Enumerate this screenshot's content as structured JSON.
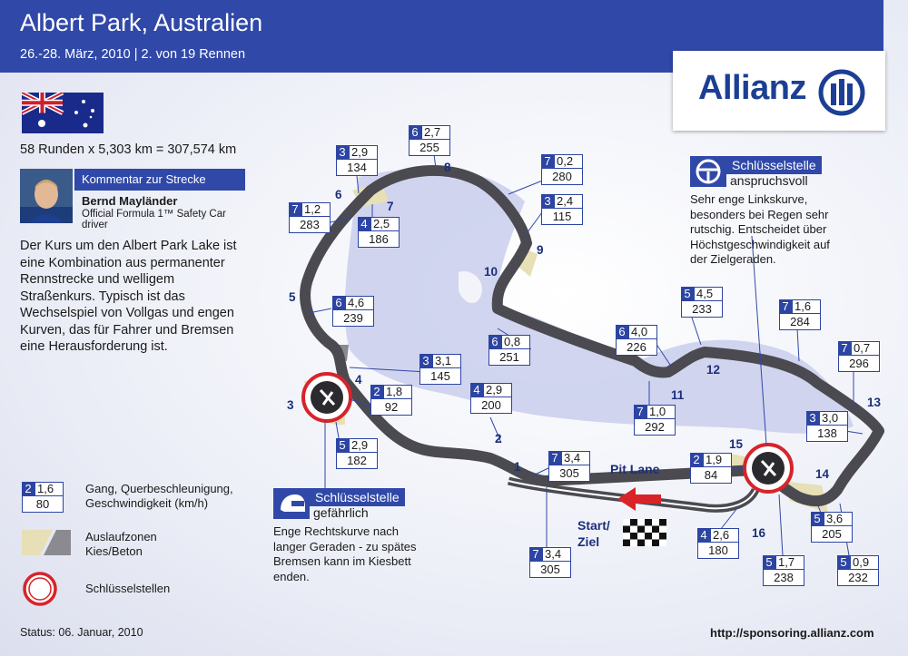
{
  "header": {
    "title": "Albert Park, Australien",
    "subtitle": "26.-28. März, 2010   |   2. von 19 Rennen"
  },
  "logo": {
    "text": "Allianz",
    "brand_color": "#1c3f94"
  },
  "track_info": {
    "laps": "58 Runden x 5,303 km = 307,574 km"
  },
  "comment": {
    "heading": "Kommentar zur Strecke",
    "driver_name": "Bernd Mayländer",
    "driver_role": "Official Formula 1™ Safety Car driver",
    "text": "Der Kurs um den Albert Park Lake ist eine Kombination aus permanenter Rennstrecke und welligem Straßenkurs. Typisch ist das Wechselspiel von Vollgas und engen Kurven, das für Fahrer und Bremsen eine Herausforderung ist."
  },
  "key_points": [
    {
      "heading": "Schlüsselstelle",
      "sub": "gefährlich",
      "text": "Enge Rechtskurve nach langer Geraden - zu spätes Bremsen kann im Kiesbett enden."
    },
    {
      "heading": "Schlüsselstelle",
      "sub": "anspruchsvoll",
      "text": "Sehr enge Linkskurve, besonders bei Regen sehr rutschig. Entscheidet über Höchstgeschwindigkeit auf der Zielgeraden."
    }
  ],
  "legend": {
    "sample": {
      "gear": "2",
      "g": "1,6",
      "speed": "80"
    },
    "info_text": "Gang, Querbeschleunigung, Geschwindigkeit (km/h)",
    "runoff_text": "Auslaufzonen Kies/Beton",
    "keypoint_text": "Schlüsselstellen"
  },
  "labels": {
    "pit_lane": "Pit Lane",
    "start_line1": "Start/",
    "start_line2": "Ziel"
  },
  "turns": [
    "1",
    "2",
    "3",
    "4",
    "5",
    "6",
    "7",
    "8",
    "9",
    "10",
    "11",
    "12",
    "13",
    "14",
    "15",
    "16"
  ],
  "info_boxes": [
    {
      "gear": "3",
      "g": "2,9",
      "speed": "134"
    },
    {
      "gear": "6",
      "g": "2,7",
      "speed": "255"
    },
    {
      "gear": "7",
      "g": "1,2",
      "speed": "283"
    },
    {
      "gear": "4",
      "g": "2,5",
      "speed": "186"
    },
    {
      "gear": "7",
      "g": "0,2",
      "speed": "280"
    },
    {
      "gear": "3",
      "g": "2,4",
      "speed": "115"
    },
    {
      "gear": "6",
      "g": "4,6",
      "speed": "239"
    },
    {
      "gear": "5",
      "g": "4,5",
      "speed": "233"
    },
    {
      "gear": "7",
      "g": "1,6",
      "speed": "284"
    },
    {
      "gear": "6",
      "g": "4,0",
      "speed": "226"
    },
    {
      "gear": "6",
      "g": "0,8",
      "speed": "251"
    },
    {
      "gear": "7",
      "g": "0,7",
      "speed": "296"
    },
    {
      "gear": "3",
      "g": "3,1",
      "speed": "145"
    },
    {
      "gear": "2",
      "g": "1,8",
      "speed": "92"
    },
    {
      "gear": "4",
      "g": "2,9",
      "speed": "200"
    },
    {
      "gear": "7",
      "g": "1,0",
      "speed": "292"
    },
    {
      "gear": "3",
      "g": "3,0",
      "speed": "138"
    },
    {
      "gear": "7",
      "g": "3,4",
      "speed": "305"
    },
    {
      "gear": "5",
      "g": "2,9",
      "speed": "182"
    },
    {
      "gear": "2",
      "g": "1,9",
      "speed": "84"
    },
    {
      "gear": "4",
      "g": "2,6",
      "speed": "180"
    },
    {
      "gear": "5",
      "g": "3,6",
      "speed": "205"
    },
    {
      "gear": "7",
      "g": "3,4",
      "speed": "305"
    },
    {
      "gear": "5",
      "g": "1,7",
      "speed": "238"
    },
    {
      "gear": "5",
      "g": "0,9",
      "speed": "232"
    }
  ],
  "footer": {
    "status": "Status: 06. Januar, 2010",
    "url": "http://sponsoring.allianz.com"
  },
  "colors": {
    "header_bg": "#3048a8",
    "track": "#4a4a50",
    "lake": "#c9ceec",
    "runoff": "#e7dfb6",
    "keypoint_ring": "#d8232a"
  }
}
